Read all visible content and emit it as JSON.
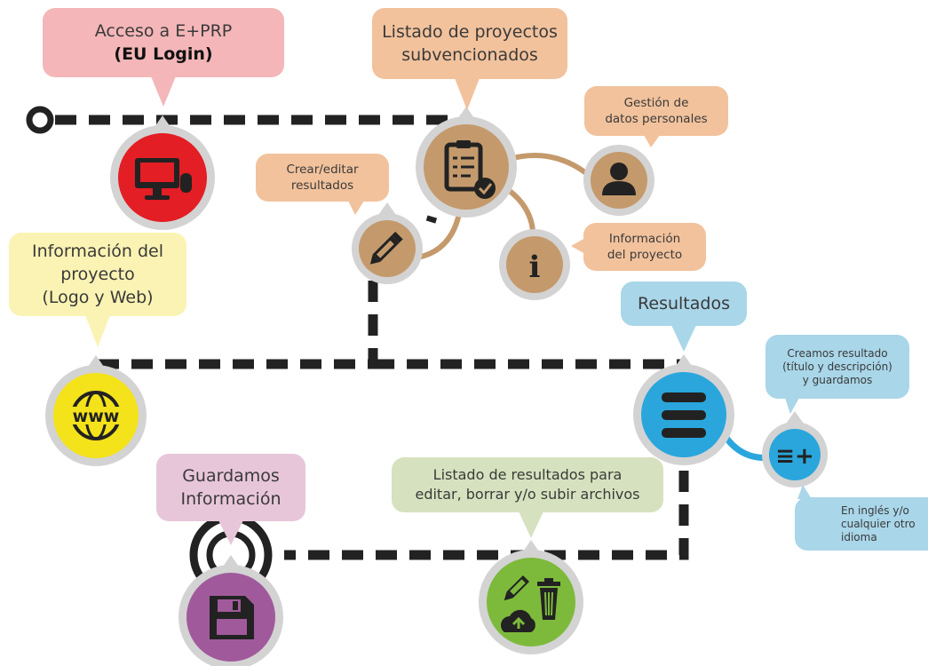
{
  "callouts": {
    "acceso": {
      "line1": "Acceso a E+PRP",
      "line2": "(EU Login)"
    },
    "listado_proyectos": {
      "line1": "Listado de proyectos",
      "line2": "subvencionados"
    },
    "gestion": {
      "line1": "Gestión de",
      "line2": "datos personales"
    },
    "crear_editar": {
      "line1": "Crear/editar",
      "line2": "resultados"
    },
    "info_proyecto_small": {
      "line1": "Información",
      "line2": "del proyecto"
    },
    "info_proyecto_big": {
      "line1": "Información del",
      "line2": "proyecto",
      "line3": "(Logo y Web)"
    },
    "resultados": {
      "line1": "Resultados"
    },
    "creamos": {
      "line1": "Creamos resultado",
      "line2": "(título y descripción)",
      "line3": "y guardamos"
    },
    "listado_resultados": {
      "line1": "Listado de resultados para",
      "line2": "editar, borrar y/o subir archivos"
    },
    "guardamos": {
      "line1": "Guardamos",
      "line2": "Información"
    },
    "idiomas": {
      "line1": "En inglés y/o",
      "line2": "cualquier otro",
      "line3": "idioma"
    }
  },
  "icons": {
    "www_text": "www",
    "info_glyph": "i",
    "add_list_glyph": "≡+"
  },
  "colors": {
    "pink": "#f4b6b8",
    "peach": "#f2c29c",
    "yellow": "#fbf3b3",
    "blue": "#a9d6e9",
    "mauve": "#e8c6da",
    "sage": "#d6e2bf",
    "red_node": "#e31e24",
    "brown_node": "#c49a6c",
    "yellow_node": "#f4e21b",
    "blue_node": "#2aa6dc",
    "purple_node": "#a05a9b",
    "green_node": "#7dba3c",
    "path": "#222222"
  }
}
